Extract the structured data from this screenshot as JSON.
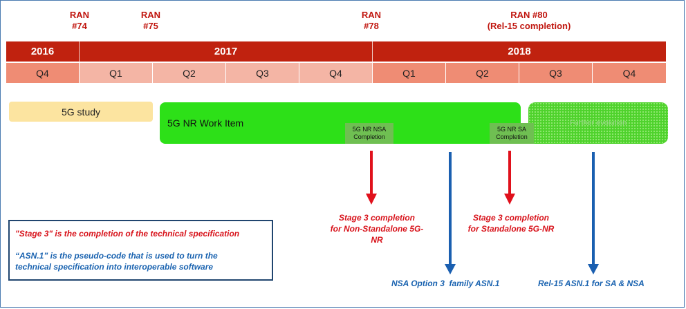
{
  "meetings": [
    {
      "name": "RAN",
      "number": "#74"
    },
    {
      "name": "RAN",
      "number": "#75"
    },
    {
      "name": "RAN",
      "number": "#78"
    },
    {
      "name": "RAN #80",
      "number": "(Rel-15 completion)"
    }
  ],
  "years": [
    "2016",
    "2017",
    "2018"
  ],
  "quarters": [
    "Q4",
    "Q1",
    "Q2",
    "Q3",
    "Q4",
    "Q1",
    "Q2",
    "Q3",
    "Q4"
  ],
  "bars": {
    "study": "5G study",
    "work_item": "5G NR Work Item",
    "further": "Further evolution"
  },
  "milestones": {
    "nsa": "5G NR NSA\nCompletion",
    "sa": "5G NR SA\nCompletion"
  },
  "stage3": {
    "nsa_line1": "Stage 3 completion",
    "nsa_line2": "for Non-Standalone 5G-NR",
    "sa_line1": "Stage 3 completion",
    "sa_line2": "for Standalone 5G-NR"
  },
  "asn1": {
    "nsa": "NSA Option 3  family ASN.1",
    "rel15": "Rel-15 ASN.1 for SA & NSA"
  },
  "legend": {
    "stage3_def": "\"Stage 3\" is the completion of the technical specification",
    "asn1_def_line1": "“ASN.1” is the pseudo-code that is used to turn the",
    "asn1_def_line2": "technical specification into interoperable software"
  },
  "colors": {
    "ran_red": "#c0160f",
    "year_bar": "#c0220f",
    "quarter_light": "#f4b5a5",
    "quarter_dark": "#ef8c74",
    "study": "#fce4a0",
    "work_item": "#2de018",
    "stage3_arrow": "#e0111c",
    "asn1_arrow": "#1a5fb0"
  }
}
